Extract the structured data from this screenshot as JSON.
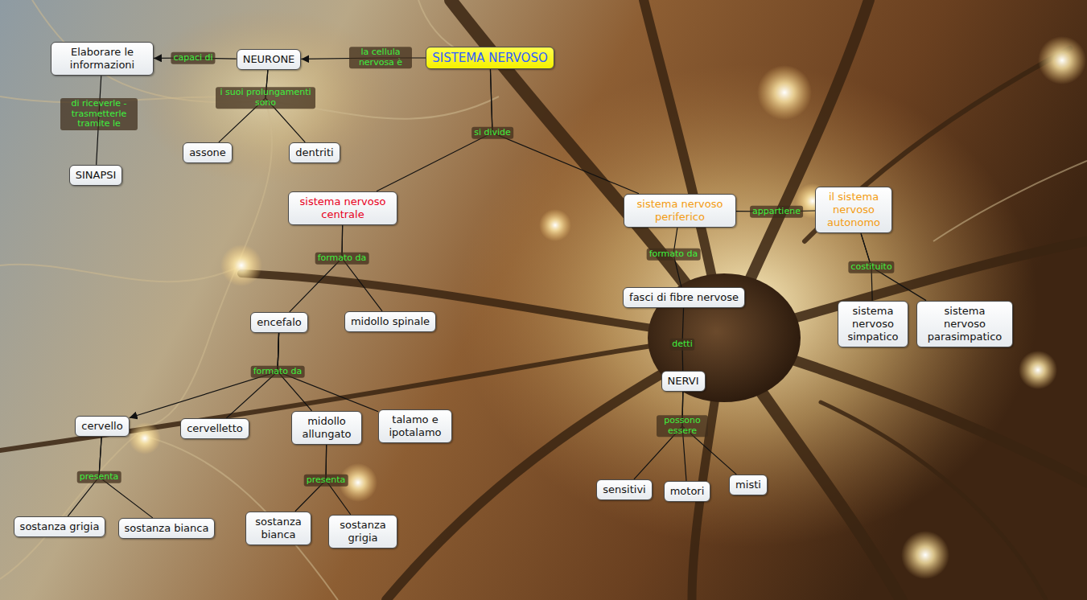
{
  "diagram": {
    "nodes": [
      {
        "text": [
          "SISTEMA NERVOSO"
        ]
      },
      {
        "text": [
          "NEURONE"
        ]
      },
      {
        "text": [
          "Elaborare le informazioni"
        ]
      },
      {
        "text": [
          "assone"
        ]
      },
      {
        "text": [
          "dentriti"
        ]
      },
      {
        "text": [
          "SINAPSI"
        ]
      },
      {
        "text": [
          "sistema nervoso centrale"
        ]
      },
      {
        "text": [
          "sistema nervoso periferico"
        ]
      },
      {
        "text": [
          "il sistema nervoso autonomo"
        ]
      },
      {
        "text": [
          "encefalo"
        ]
      },
      {
        "text": [
          "midollo spinale"
        ]
      },
      {
        "text": [
          "fasci di fibre nervose"
        ]
      },
      {
        "text": [
          "sistema nervoso simpatico"
        ]
      },
      {
        "text": [
          "sistema nervoso parasimpatico"
        ]
      },
      {
        "text": [
          "NERVI"
        ]
      },
      {
        "text": [
          "cervello"
        ]
      },
      {
        "text": [
          "cervelletto"
        ]
      },
      {
        "text": [
          "midollo allungato"
        ]
      },
      {
        "text": [
          "talamo e ipotalamo"
        ]
      },
      {
        "text": [
          "sensitivi"
        ]
      },
      {
        "text": [
          "motori"
        ]
      },
      {
        "text": [
          "misti"
        ]
      },
      {
        "text": [
          "sostanza grigia"
        ]
      },
      {
        "text": [
          "sostanza bianca"
        ]
      },
      {
        "text": [
          "sostanza bianca"
        ]
      },
      {
        "text": [
          "sostanza grigia"
        ]
      }
    ],
    "edges": [
      {
        "from": 0,
        "to": 1,
        "arrow": "to",
        "label": "la cellula nervosa è"
      },
      {
        "from": 1,
        "to": 2,
        "arrow": "to",
        "label": "capaci di"
      },
      {
        "from": 1,
        "to": 3,
        "arrow": "none",
        "label": "i suoi prolungamenti sono"
      },
      {
        "from": 1,
        "to": 4,
        "arrow": "none"
      },
      {
        "from": 2,
        "to": 5,
        "arrow": "none",
        "label": "di riceverle - trasmetterle tramite le"
      },
      {
        "from": 0,
        "to": 6,
        "arrow": "none",
        "label": "si divide"
      },
      {
        "from": 0,
        "to": 7,
        "arrow": "none"
      },
      {
        "from": 6,
        "to": 9,
        "arrow": "none",
        "label": "formato da"
      },
      {
        "from": 6,
        "to": 10,
        "arrow": "none"
      },
      {
        "from": 7,
        "to": 8,
        "arrow": "none",
        "label": "appartiene"
      },
      {
        "from": 7,
        "to": 11,
        "arrow": "none",
        "label": "formato da"
      },
      {
        "from": 8,
        "to": 12,
        "arrow": "none",
        "label": "costituito"
      },
      {
        "from": 8,
        "to": 13,
        "arrow": "none"
      },
      {
        "from": 9,
        "to": 15,
        "arrow": "to",
        "label": "formato da"
      },
      {
        "from": 9,
        "to": 16,
        "arrow": "none"
      },
      {
        "from": 9,
        "to": 17,
        "arrow": "none"
      },
      {
        "from": 9,
        "to": 18,
        "arrow": "none"
      },
      {
        "from": 11,
        "to": 14,
        "arrow": "none",
        "label": "detti"
      },
      {
        "from": 14,
        "to": 19,
        "arrow": "none",
        "label": "possono essere"
      },
      {
        "from": 14,
        "to": 20,
        "arrow": "none"
      },
      {
        "from": 14,
        "to": 21,
        "arrow": "none"
      },
      {
        "from": 15,
        "to": 22,
        "arrow": "none",
        "label": "presenta"
      },
      {
        "from": 15,
        "to": 23,
        "arrow": "none"
      },
      {
        "from": 17,
        "to": 24,
        "arrow": "none",
        "label": "presenta"
      },
      {
        "from": 17,
        "to": 25,
        "arrow": "none"
      }
    ]
  }
}
